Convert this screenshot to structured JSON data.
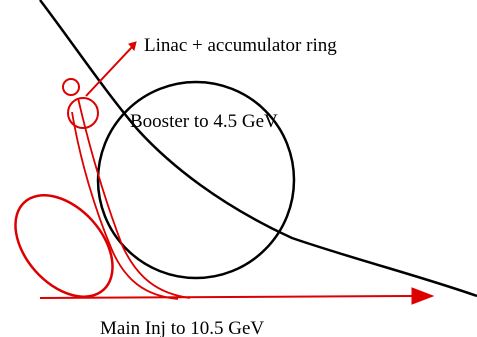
{
  "labels": {
    "linac": "Linac + accumulator ring",
    "booster": "Booster to 4.5 GeV",
    "main_injector": "Main Inj  to 10.5 GeV"
  },
  "colors": {
    "existing_lines": "#000000",
    "proposed_lines": "#dd0000",
    "text": "#000000",
    "background": "#ffffff"
  }
}
